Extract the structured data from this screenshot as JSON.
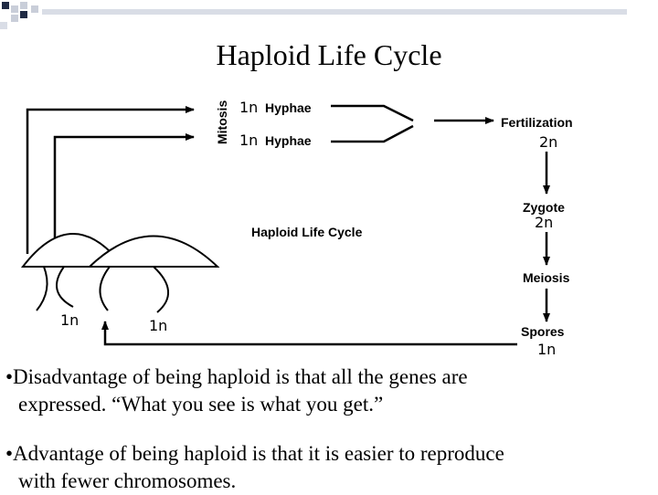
{
  "slide": {
    "title": "Haploid Life Cycle",
    "bullets": [
      {
        "line1": "•Disadvantage of being haploid is that all the genes are",
        "line2": "expressed.  “What you see is what you get.”"
      },
      {
        "line1": "•Advantage of being haploid is that it is easier to reproduce",
        "line2": "with fewer chromosomes."
      }
    ]
  },
  "diagram": {
    "title": "Haploid Life Cycle",
    "mitosis": "Mitosis",
    "hyphae_top": {
      "ploidy": "1n",
      "label": "Hyphae"
    },
    "hyphae_bottom": {
      "ploidy": "1n",
      "label": "Hyphae"
    },
    "fertilization": {
      "label": "Fertilization",
      "ploidy": "2n"
    },
    "zygote": {
      "label": "Zygote",
      "ploidy": "2n"
    },
    "meiosis": {
      "label": "Meiosis"
    },
    "spores": {
      "label": "Spores",
      "ploidy": "1n"
    },
    "mushroom_left_ploidy": "1n",
    "mushroom_right_ploidy": "1n"
  },
  "colors": {
    "accent_dark": "#1f2a44",
    "accent_light": "#d9dde6"
  }
}
